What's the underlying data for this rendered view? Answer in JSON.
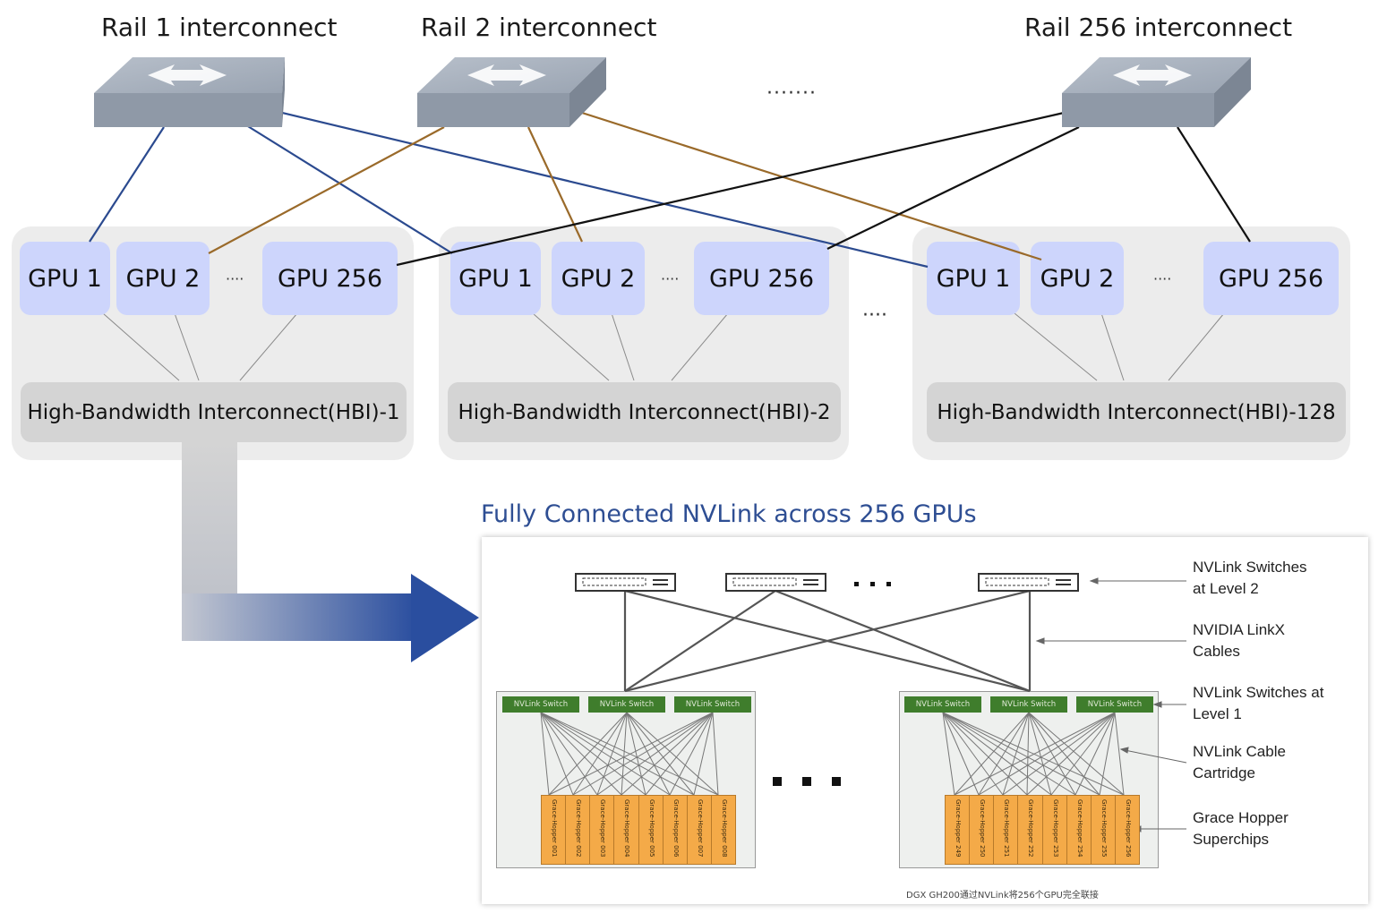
{
  "rails": [
    {
      "label": "Rail 1 interconnect"
    },
    {
      "label": "Rail 2 interconnect"
    },
    {
      "label": "Rail 256 interconnect"
    }
  ],
  "rail_ellipsis": "·······",
  "group_ellipsis": "····",
  "groups": [
    {
      "gpus": [
        "GPU 1",
        "GPU 2",
        "GPU 256"
      ],
      "gpu_ellipsis": "····",
      "hbi": "High-Bandwidth Interconnect(HBI)-1"
    },
    {
      "gpus": [
        "GPU 1",
        "GPU 2",
        "GPU 256"
      ],
      "gpu_ellipsis": "····",
      "hbi": "High-Bandwidth Interconnect(HBI)-2"
    },
    {
      "gpus": [
        "GPU 1",
        "GPU 2",
        "GPU 256"
      ],
      "gpu_ellipsis": "····",
      "hbi": "High-Bandwidth Interconnect(HBI)-128"
    }
  ],
  "nvlink_title": "Fully Connected NVLink across 256 GPUs",
  "inset": {
    "labels": [
      "NVLink Switches\nat Level 2",
      "NVIDIA LinkX\nCables",
      "NVLink Switches at\nLevel 1",
      "NVLink Cable\nCartridge",
      "Grace Hopper\nSuperchips"
    ],
    "nvlink_switch_label": "NVLink Switch",
    "left_chips": [
      "Grace-Hopper 001",
      "Grace-Hopper 002",
      "Grace-Hopper 003",
      "Grace-Hopper 004",
      "Grace-Hopper 005",
      "Grace-Hopper 006",
      "Grace-Hopper 007",
      "Grace-Hopper 008"
    ],
    "right_chips": [
      "Grace-Hopper 249",
      "Grace-Hopper 250",
      "Grace-Hopper 251",
      "Grace-Hopper 252",
      "Grace-Hopper 253",
      "Grace-Hopper 254",
      "Grace-Hopper 255",
      "Grace-Hopper 256"
    ],
    "caption": "DGX GH200通过NVLink将256个GPU完全联接"
  },
  "colors": {
    "rail1_link": "#2b4a8f",
    "rail2_link": "#9a6a2a",
    "rail256_link": "#111111",
    "gpu_fill": "#cdd5fc",
    "switch_fill": "#3f7d2c",
    "superchip_fill": "#f4aa48",
    "title_color": "#2e4e93"
  }
}
